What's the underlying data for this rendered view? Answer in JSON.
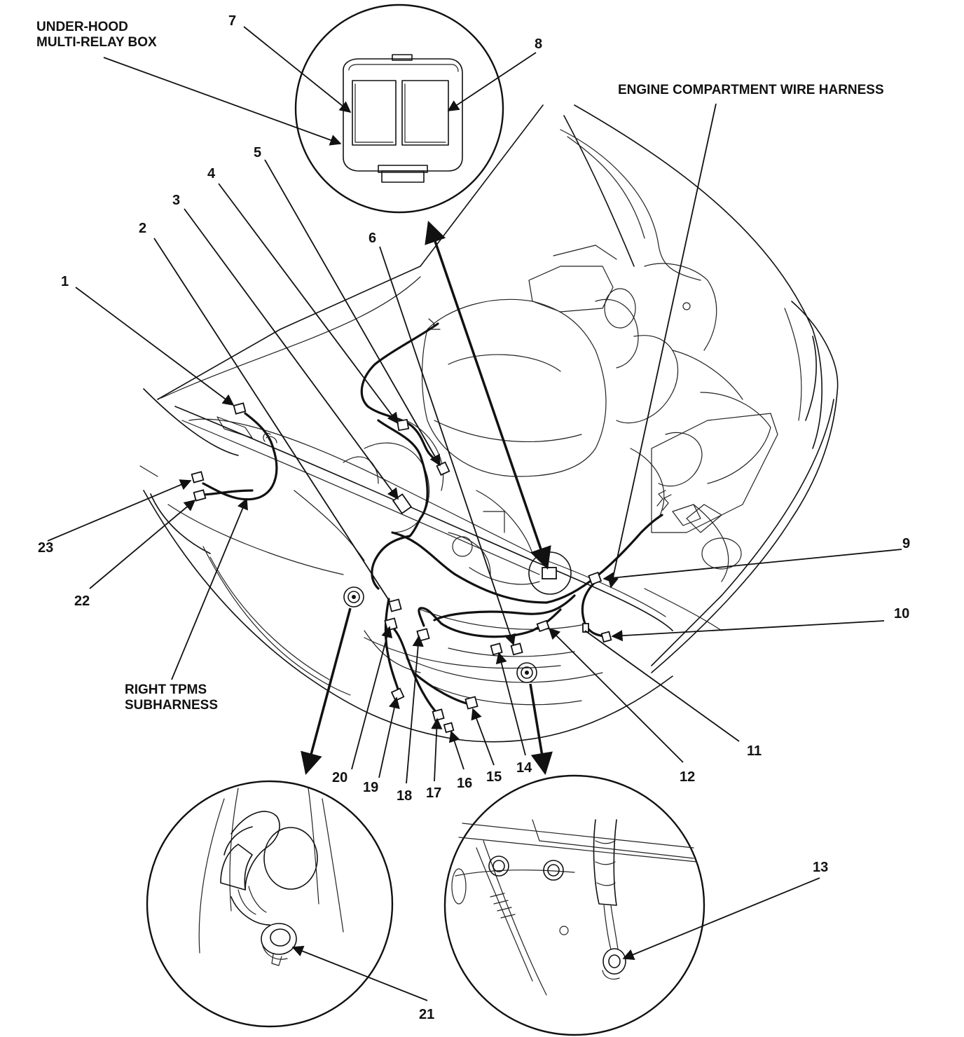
{
  "labels": {
    "relay_box_line1": "UNDER-HOOD",
    "relay_box_line2": "MULTI-RELAY BOX",
    "engine_harness": "ENGINE COMPARTMENT WIRE HARNESS",
    "tpms_line1": "RIGHT TPMS",
    "tpms_line2": "SUBHARNESS"
  },
  "callouts": [
    "1",
    "2",
    "3",
    "4",
    "5",
    "6",
    "7",
    "8",
    "9",
    "10",
    "11",
    "12",
    "13",
    "14",
    "15",
    "16",
    "17",
    "18",
    "19",
    "20",
    "21",
    "22",
    "23"
  ],
  "colors": {
    "ink": "#111111",
    "paper": "#ffffff"
  }
}
